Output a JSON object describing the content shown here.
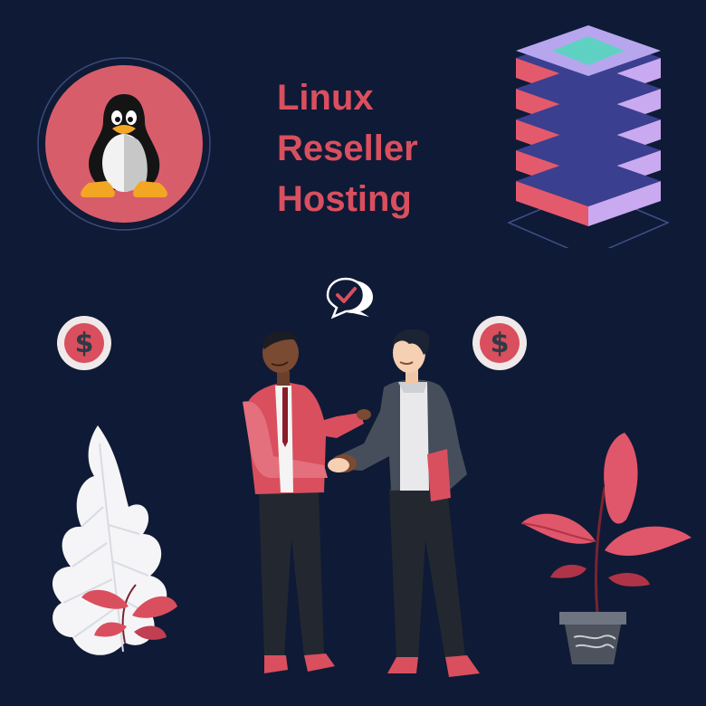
{
  "title": {
    "line1": "Linux",
    "line2": "Reseller",
    "line3": "Hosting"
  },
  "coins": {
    "symbol": "$"
  },
  "icons": {
    "tux": "penguin-icon",
    "server": "server-stack-icon",
    "chat": "chat-check-icon",
    "coin": "dollar-coin-icon"
  },
  "colors": {
    "background": "#0f1a36",
    "accent": "#d94f5e"
  }
}
